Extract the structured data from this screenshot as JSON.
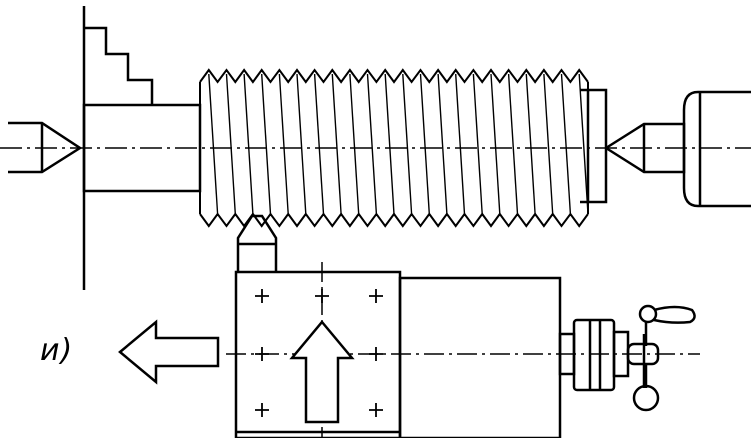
{
  "figure": {
    "panel_label": "и)"
  },
  "colors": {
    "ink": "#000000",
    "paper": "#ffffff"
  },
  "parts": {
    "thread_pitch_count": 22,
    "tool_plus_marks": 8
  }
}
